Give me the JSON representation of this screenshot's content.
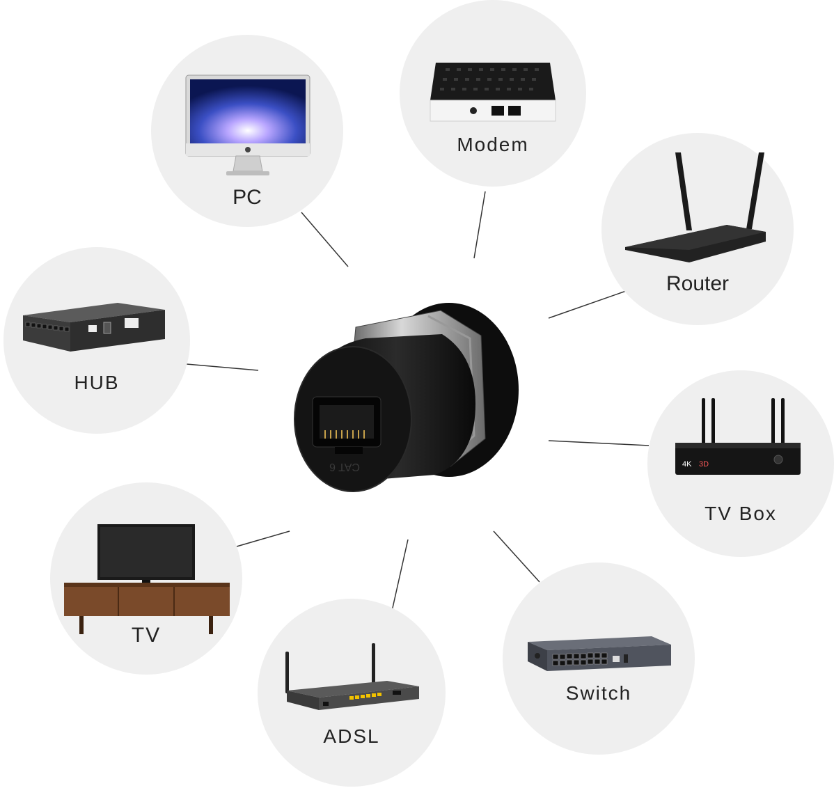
{
  "devices": {
    "pc": {
      "label": "PC"
    },
    "modem": {
      "label": "Modem"
    },
    "router": {
      "label": "Router"
    },
    "hub": {
      "label": "HUB"
    },
    "tv_box": {
      "label": "TV Box"
    },
    "tv": {
      "label": "TV"
    },
    "adsl": {
      "label": "ADSL"
    },
    "switch": {
      "label": "Switch"
    }
  },
  "connector": {
    "marking": "CAT 6"
  },
  "colors": {
    "circle": "#efefef",
    "line": "#333333",
    "connector": "#111111",
    "nut": "#8a8a8a"
  }
}
